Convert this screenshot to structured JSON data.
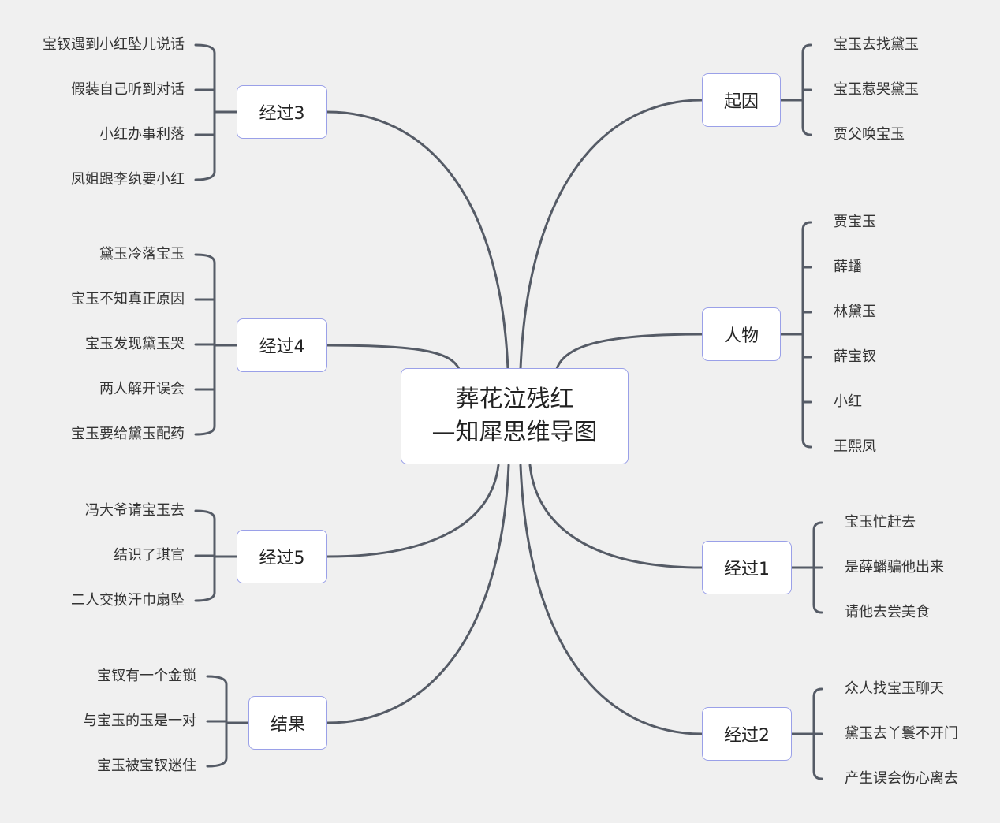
{
  "center": {
    "line1": "葬花泣残红",
    "line2": "—知犀思维导图"
  },
  "colors": {
    "background": "#f0f0f0",
    "line": "#555b66",
    "node_border": "#9aa0e8"
  },
  "right_topics": [
    {
      "label": "起因",
      "items": [
        "宝玉去找黛玉",
        "宝玉惹哭黛玉",
        "贾父唤宝玉"
      ]
    },
    {
      "label": "人物",
      "items": [
        "贾宝玉",
        "薛蟠",
        "林黛玉",
        "薛宝钗",
        "小红",
        "王熙凤"
      ]
    },
    {
      "label": "经过1",
      "items": [
        "宝玉忙赶去",
        "是薛蟠骗他出来",
        "请他去尝美食"
      ]
    },
    {
      "label": "经过2",
      "items": [
        "众人找宝玉聊天",
        "黛玉去丫鬟不开门",
        "产生误会伤心离去"
      ]
    }
  ],
  "left_topics": [
    {
      "label": "经过3",
      "items": [
        "宝钗遇到小红坠儿说话",
        "假装自己听到对话",
        "小红办事利落",
        "凤姐跟李纨要小红"
      ]
    },
    {
      "label": "经过4",
      "items": [
        "黛玉冷落宝玉",
        "宝玉不知真正原因",
        "宝玉发现黛玉哭",
        "两人解开误会",
        "宝玉要给黛玉配药"
      ]
    },
    {
      "label": "经过5",
      "items": [
        "冯大爷请宝玉去",
        "结识了琪官",
        "二人交换汗巾扇坠"
      ]
    },
    {
      "label": "结果",
      "items": [
        "宝钗有一个金锁",
        "与宝玉的玉是一对",
        "宝玉被宝钗迷住"
      ]
    }
  ]
}
